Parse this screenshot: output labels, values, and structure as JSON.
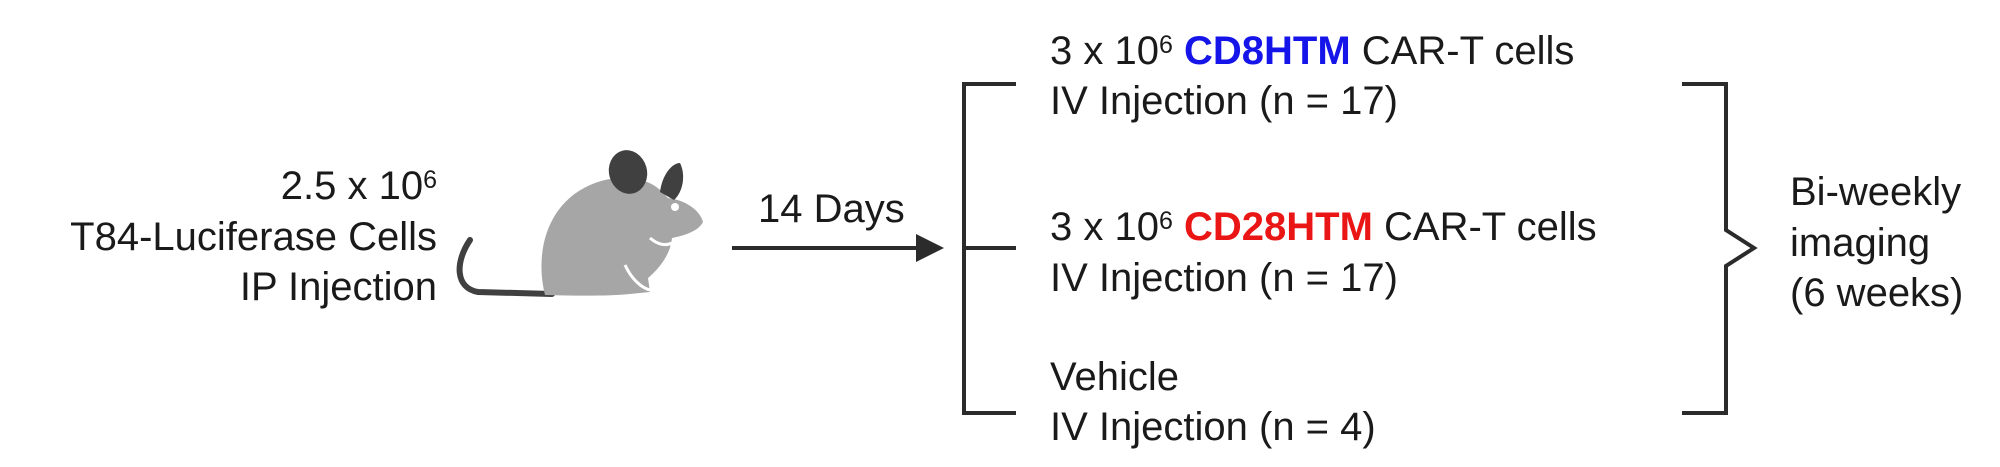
{
  "injection": {
    "dose_prefix": "2.5 x 10",
    "dose_exp": "6",
    "cells": "T84-Luciferase Cells",
    "route": "IP Injection"
  },
  "arrow_label": "14 Days",
  "groups": [
    {
      "dose_prefix": "3 x 10",
      "dose_exp": "6",
      "construct": "CD8HTM",
      "construct_color": "#1515ea",
      "suffix": "CAR-T cells",
      "route": "IV Injection (n = 17)"
    },
    {
      "dose_prefix": "3 x 10",
      "dose_exp": "6",
      "construct": "CD28HTM",
      "construct_color": "#ea1515",
      "suffix": "CAR-T cells",
      "route": "IV Injection (n = 17)"
    },
    {
      "name": "Vehicle",
      "route": "IV Injection (n = 4)"
    }
  ],
  "outcome": {
    "line1": "Bi-weekly",
    "line2": "imaging",
    "line3": "(6 weeks)"
  },
  "colors": {
    "mouse": "#a6a6a6",
    "mouse_ear": "#404040",
    "lines": "#2b2b2b"
  },
  "icons": {
    "animal": "mouse-icon"
  }
}
